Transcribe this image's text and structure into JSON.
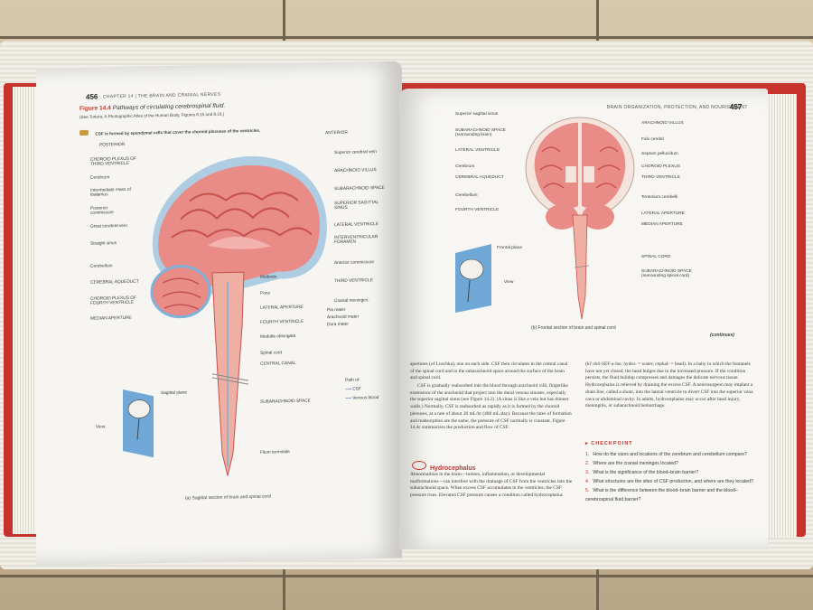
{
  "left_page": {
    "page_number": "456",
    "running_head": "CHAPTER 14  |  THE BRAIN AND CRANIAL NERVES",
    "figure_label": "Figure 14.4",
    "figure_title": "Pathways of circulating cerebrospinal fluid.",
    "figure_ref": "(See Tortora, A Photographic Atlas of the Human Body, Figures 8.15 and 8.16.)",
    "key_point": "CSF is formed by ependymal cells that cover the choroid plexuses of the ventricles.",
    "orientation_top": "ANTERIOR",
    "orientation_left": "POSTERIOR",
    "labels_left": [
      "CHOROID PLEXUS OF THIRD VENTRICLE",
      "Cerebrum",
      "Intermediate mass of thalamus",
      "Posterior commissure",
      "Great cerebral vein",
      "Straight sinus",
      "Cerebellum",
      "CEREBRAL AQUEDUCT",
      "CHOROID PLEXUS OF FOURTH VENTRICLE",
      "MEDIAN APERTURE"
    ],
    "labels_right": [
      "Superior cerebral vein",
      "ARACHNOID VILLUS",
      "SUBARACHNOID SPACE",
      "SUPERIOR SAGITTAL SINUS",
      "LATERAL VENTRICLE",
      "INTERVENTRICULAR FORAMEN",
      "Anterior commissure",
      "THIRD VENTRICLE",
      "Cranial meninges:",
      "Pia mater",
      "Arachnoid mater",
      "Dura mater"
    ],
    "labels_center": [
      "Midbrain",
      "Pons",
      "LATERAL APERTURE",
      "FOURTH VENTRICLE",
      "Medulla oblongata",
      "Spinal cord",
      "CENTRAL CANAL",
      "SUBARACHNOID SPACE",
      "Filum terminale"
    ],
    "inset_labels": [
      "Sagittal plane",
      "View"
    ],
    "legend_title": "Path of:",
    "legend_items": [
      "CSF",
      "Venous blood"
    ],
    "caption": "(a) Sagittal section of brain and spinal cord"
  },
  "right_page": {
    "page_number": "457",
    "running_head": "BRAIN ORGANIZATION, PROTECTION, AND NOURISHMENT",
    "labels_left": [
      "Superior sagittal sinus",
      "SUBARACHNOID SPACE (surrounding brain)",
      "LATERAL VENTRICLE",
      "Cerebrum",
      "CEREBRAL AQUEDUCT",
      "Cerebellum",
      "FOURTH VENTRICLE"
    ],
    "labels_right": [
      "ARACHNOID VILLUS",
      "Falx cerebri",
      "Septum pellucidum",
      "CHOROID PLEXUS",
      "THIRD VENTRICLE",
      "Tentorium cerebelli",
      "LATERAL APERTURE",
      "MEDIAN APERTURE",
      "SPINAL CORD",
      "SUBARACHNOID SPACE (surrounding spinal cord)"
    ],
    "inset_labels": [
      "Frontal plane",
      "View"
    ],
    "caption": "(b) Frontal section of brain and spinal cord",
    "continues": "(continues)",
    "col1_para1": "apertures (of Luschka), one on each side. CSF then circulates in the central canal of the spinal cord and in the subarachnoid space around the surface of the brain and spinal cord.",
    "col1_para2": "CSF is gradually reabsorbed into the blood through arachnoid villi, fingerlike extensions of the arachnoid that project into the dural venous sinuses, especially the superior sagittal sinus (see Figure 14.2). (A sinus is like a vein but has thinner walls.) Normally, CSF is reabsorbed as rapidly as it is formed by the choroid plexuses, at a rate of about 20 mL/hr (480 mL/day). Because the rates of formation and reabsorption are the same, the pressure of CSF normally is constant. Figure 14.4c summarizes the production and flow of CSF.",
    "feature_title": "Hydrocephalus",
    "feature_text": "Abnormalities in the brain—tumors, inflammation, or developmental malformations—can interfere with the drainage of CSF from the ventricles into the subarachnoid space. When excess CSF accumulates in the ventricles, the CSF pressure rises. Elevated CSF pressure causes a condition called hydrocephalus",
    "col2_para": "(hī′-drō-SEF-a-lus; hydro- = water; cephal- = head). In a baby in which the fontanels have not yet closed, the head bulges due to the increased pressure. If the condition persists, the fluid buildup compresses and damages the delicate nervous tissue. Hydrocephalus is relieved by draining the excess CSF. A neurosurgeon may implant a drain line, called a shunt, into the lateral ventricle to divert CSF into the superior vena cava or abdominal cavity. In adults, hydrocephalus may occur after head injury, meningitis, or subarachnoid hemorrhage.",
    "checkpoint_title": "CHECKPOINT",
    "checkpoint_items": [
      {
        "n": "1.",
        "q": "How do the sizes and locations of the cerebrum and cerebellum compare?"
      },
      {
        "n": "2.",
        "q": "Where are the cranial meninges located?"
      },
      {
        "n": "3.",
        "q": "What is the significance of the blood–brain barrier?"
      },
      {
        "n": "4.",
        "q": "What structures are the sites of CSF production, and where are they located?"
      },
      {
        "n": "5.",
        "q": "What is the difference between the blood–brain barrier and the blood–cerebrospinal fluid barrier?"
      }
    ]
  },
  "colors": {
    "brain_pink": "#e98b86",
    "brain_dark": "#c5524e",
    "csf_blue": "#7fb1d9",
    "cover_red": "#c8322c",
    "accent_red": "#c0342d"
  }
}
